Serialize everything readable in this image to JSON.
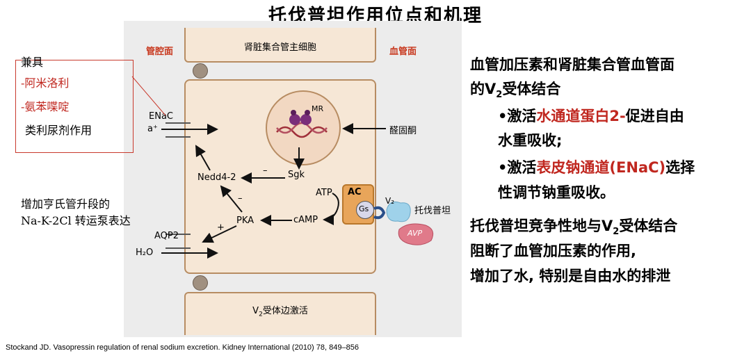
{
  "title": "托伐普坦作用位点和机理",
  "diagram": {
    "lumen_label": "管腔面",
    "blood_label": "血管面",
    "top_cell_label": "肾脏集合管主细胞",
    "bottom_cell_label_prefix": "V",
    "bottom_cell_label_sub": "2",
    "bottom_cell_label_suffix": "受体边激活",
    "enac": "ENaC",
    "na_ion": "a⁺",
    "mr": "MR",
    "aldosterone": "醛固酮",
    "sgk": "Sgk",
    "nedd": "Nedd4-2",
    "minus1": "–",
    "minus2": "–",
    "plus": "+",
    "atp": "ATP",
    "ac": "AC",
    "gs": "Gs",
    "v2": "V₂",
    "tolvaptan": "托伐普坦",
    "avp": "AVP",
    "pka": "PKA",
    "camp": "cAMP",
    "aqp2": "AQP2",
    "h2o": "H₂O"
  },
  "side_note": {
    "lines": [
      "兼具",
      "-阿米洛利",
      "-氨苯喋啶",
      "类利尿剂作用"
    ]
  },
  "left_note": {
    "lines": [
      "增加亨氏管升段的",
      "Na-K-2Cl 转运泵表达"
    ]
  },
  "right_panel": {
    "p1_line1": "血管加压素和肾脏集合管血管面",
    "p1_line2_pre": "的V",
    "p1_line2_sub": "2",
    "p1_line2_post": "受体结合",
    "b1_pre": "•激活",
    "b1_red": "水通道蛋白2-",
    "b1_post": "促进自由",
    "b1_line2": "水重吸收;",
    "b2_pre": "•激活",
    "b2_red": "表皮钠通道(ENaC)",
    "b2_post": "选择",
    "b2_line2": "性调节钠重吸收。",
    "p2_line1_pre": "托伐普坦竞争性地与V",
    "p2_line1_sub": "2",
    "p2_line1_post": "受体结合",
    "p2_line2": "阻断了血管加压素的作用,",
    "p2_line3": "增加了水, 特别是自由水的排泄"
  },
  "citation": "Stockand JD. Vasopressin regulation of renal sodium excretion. Kidney International (2010) 78, 849–856",
  "colors": {
    "red_text": "#c0271f",
    "cell_fill": "#f6e7d6",
    "cell_border": "#b78c62",
    "ac_fill": "#e8a55a",
    "avp_fill": "#e07a8a"
  }
}
